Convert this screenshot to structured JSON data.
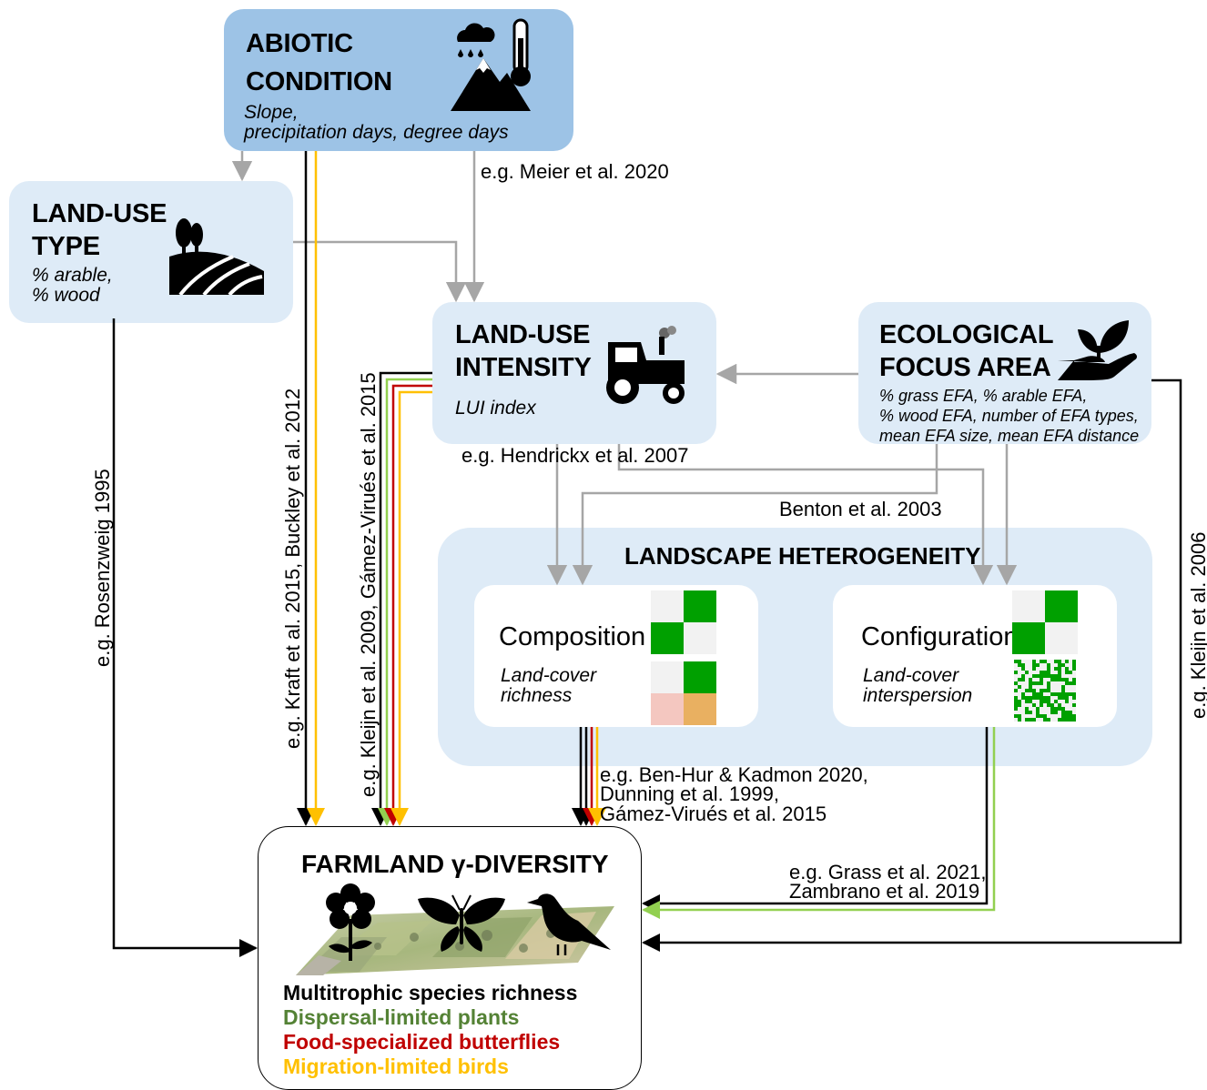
{
  "abiotic": {
    "title_line1": "ABIOTIC",
    "title_line2": "CONDITION",
    "sub_line1": "Slope,",
    "sub_line2": "precipitation days, degree days",
    "icon": "mountain-weather-icon"
  },
  "landuse_type": {
    "title_line1": "LAND-USE",
    "title_line2": "TYPE",
    "sub_line1": "% arable,",
    "sub_line2": "% wood",
    "icon": "farm-field-icon"
  },
  "landuse_intensity": {
    "title_line1": "LAND-USE",
    "title_line2": "INTENSITY",
    "sub": "LUI index",
    "icon": "tractor-icon"
  },
  "efa": {
    "title_line1": "ECOLOGICAL",
    "title_line2": "FOCUS AREA",
    "sub_line1": "% grass EFA, % arable EFA,",
    "sub_line2": "% wood EFA, number of EFA types,",
    "sub_line3": "mean EFA size, mean EFA distance",
    "icon": "plant-in-hand-icon"
  },
  "heterogeneity": {
    "title": "LANDSCAPE HETEROGENEITY",
    "composition": {
      "title": "Composition",
      "sub_line1": "Land-cover",
      "sub_line2": "richness"
    },
    "configuration": {
      "title": "Configuration",
      "sub_line1": "Land-cover",
      "sub_line2": "interspersion"
    }
  },
  "diversity": {
    "title": "FARMLAND γ-DIVERSITY",
    "legend": {
      "all": "Multitrophic species richness",
      "plants": "Dispersal-limited plants",
      "butterflies": "Food-specialized butterflies",
      "birds": "Migration-limited birds"
    }
  },
  "references": {
    "meier": "e.g. Meier et al. 2020",
    "hendrickx": "e.g. Hendrickx et al. 2007",
    "benton": "Benton et al. 2003",
    "rosenzweig": "e.g. Rosenzweig 1995",
    "kraft": "e.g. Kraft et al. 2015, Buckley et al. 2012",
    "kleijn2009": "e.g. Kleijn et al. 2009, Gámez-Virués et al. 2015",
    "kleijn2006": "e.g. Kleijn et al. 2006",
    "benhur_line1": "e.g. Ben-Hur & Kadmon 2020,",
    "benhur_line2": "Dunning et al. 1999,",
    "benhur_line3": "Gámez-Virués et al. 2015",
    "grass_line1": "e.g. Grass et al. 2021,",
    "grass_line2": "Zambrano et al. 2019"
  },
  "colors": {
    "abiotic_fill": "#9dc3e6",
    "box_fill": "#deebf7",
    "arrow_grey": "#a6a6a6",
    "plants": "#548235",
    "plants_line": "#92d050",
    "butterflies": "#c00000",
    "birds": "#ffc000",
    "green": "#00a000"
  }
}
